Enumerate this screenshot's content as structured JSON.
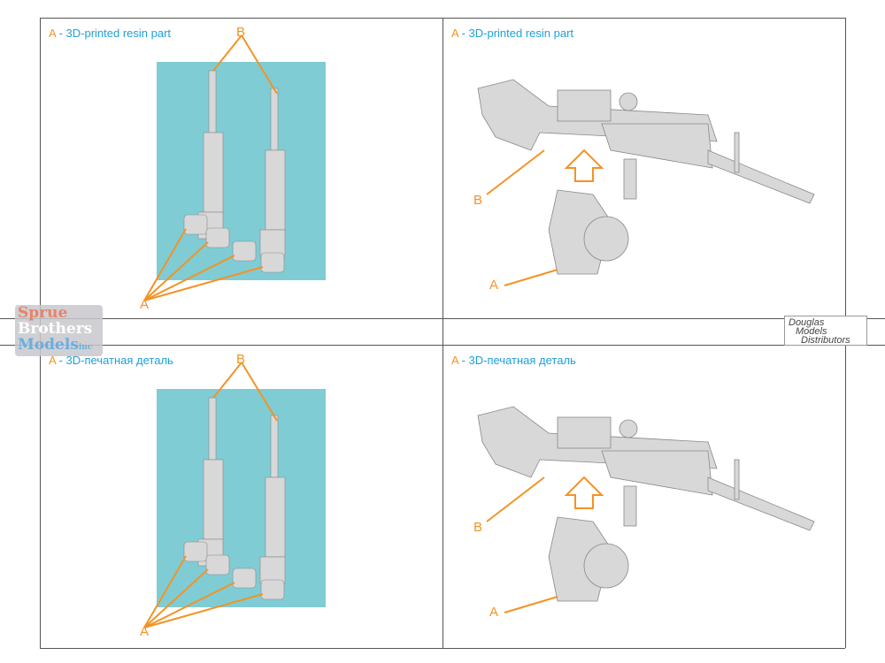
{
  "panels": [
    {
      "marker": "A",
      "caption": " - 3D-printed resin part",
      "type": "sprue",
      "labels": {
        "a": "A",
        "b": "B"
      }
    },
    {
      "marker": "A",
      "caption": " - 3D-printed resin part",
      "type": "gun",
      "labels": {
        "a": "A",
        "b": "B"
      }
    },
    {
      "marker": "A",
      "caption": " - 3D-печатная деталь",
      "type": "sprue",
      "labels": {
        "a": "A",
        "b": "B"
      }
    },
    {
      "marker": "A",
      "caption": " - 3D-печатная деталь",
      "type": "gun",
      "labels": {
        "a": "A",
        "b": "B"
      }
    }
  ],
  "watermarks": {
    "left": [
      "Sprue",
      "Brothers",
      "Models",
      "inc"
    ],
    "right": [
      "Douglas",
      "Models",
      "Distributors"
    ]
  },
  "colors": {
    "accent": "#f39325",
    "caption": "#1fa0d8",
    "sprue_bg": "#7fccd5",
    "part": "#d8d8d8"
  }
}
